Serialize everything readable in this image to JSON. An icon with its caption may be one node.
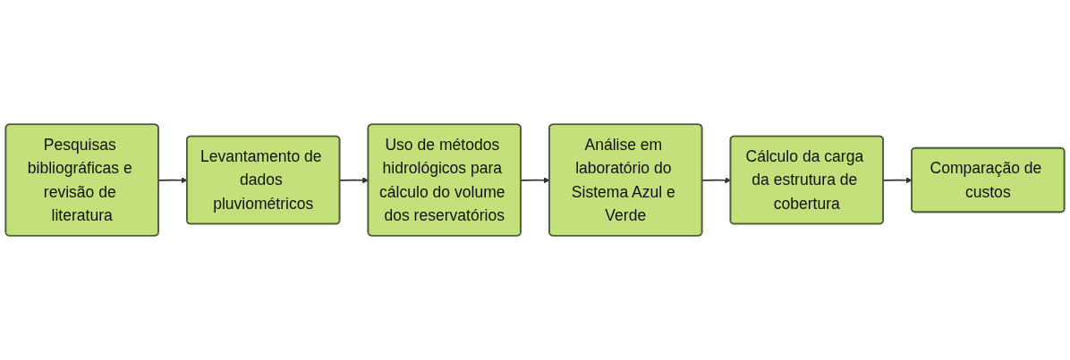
{
  "diagram": {
    "nodes": [
      {
        "text": [
          "Pesquisas bibliográficas e revisão de literatura"
        ]
      },
      {
        "text": [
          "Levantamento de dados pluviométricos"
        ]
      },
      {
        "text": [
          "Uso de métodos hidrológicos para cálculo do volume dos reservatórios"
        ]
      },
      {
        "text": [
          "Análise em laboratório do Sistema Azul e Verde"
        ]
      },
      {
        "text": [
          "Cálculo da carga da estrutura de cobertura"
        ]
      },
      {
        "text": [
          "Comparação de custos"
        ]
      }
    ],
    "edges": [
      {
        "from": 0,
        "to": 1,
        "arrow": "to"
      },
      {
        "from": 1,
        "to": 2,
        "arrow": "to"
      },
      {
        "from": 2,
        "to": 3,
        "arrow": "to"
      },
      {
        "from": 3,
        "to": 4,
        "arrow": "to"
      },
      {
        "from": 4,
        "to": 5,
        "arrow": "to"
      }
    ]
  }
}
